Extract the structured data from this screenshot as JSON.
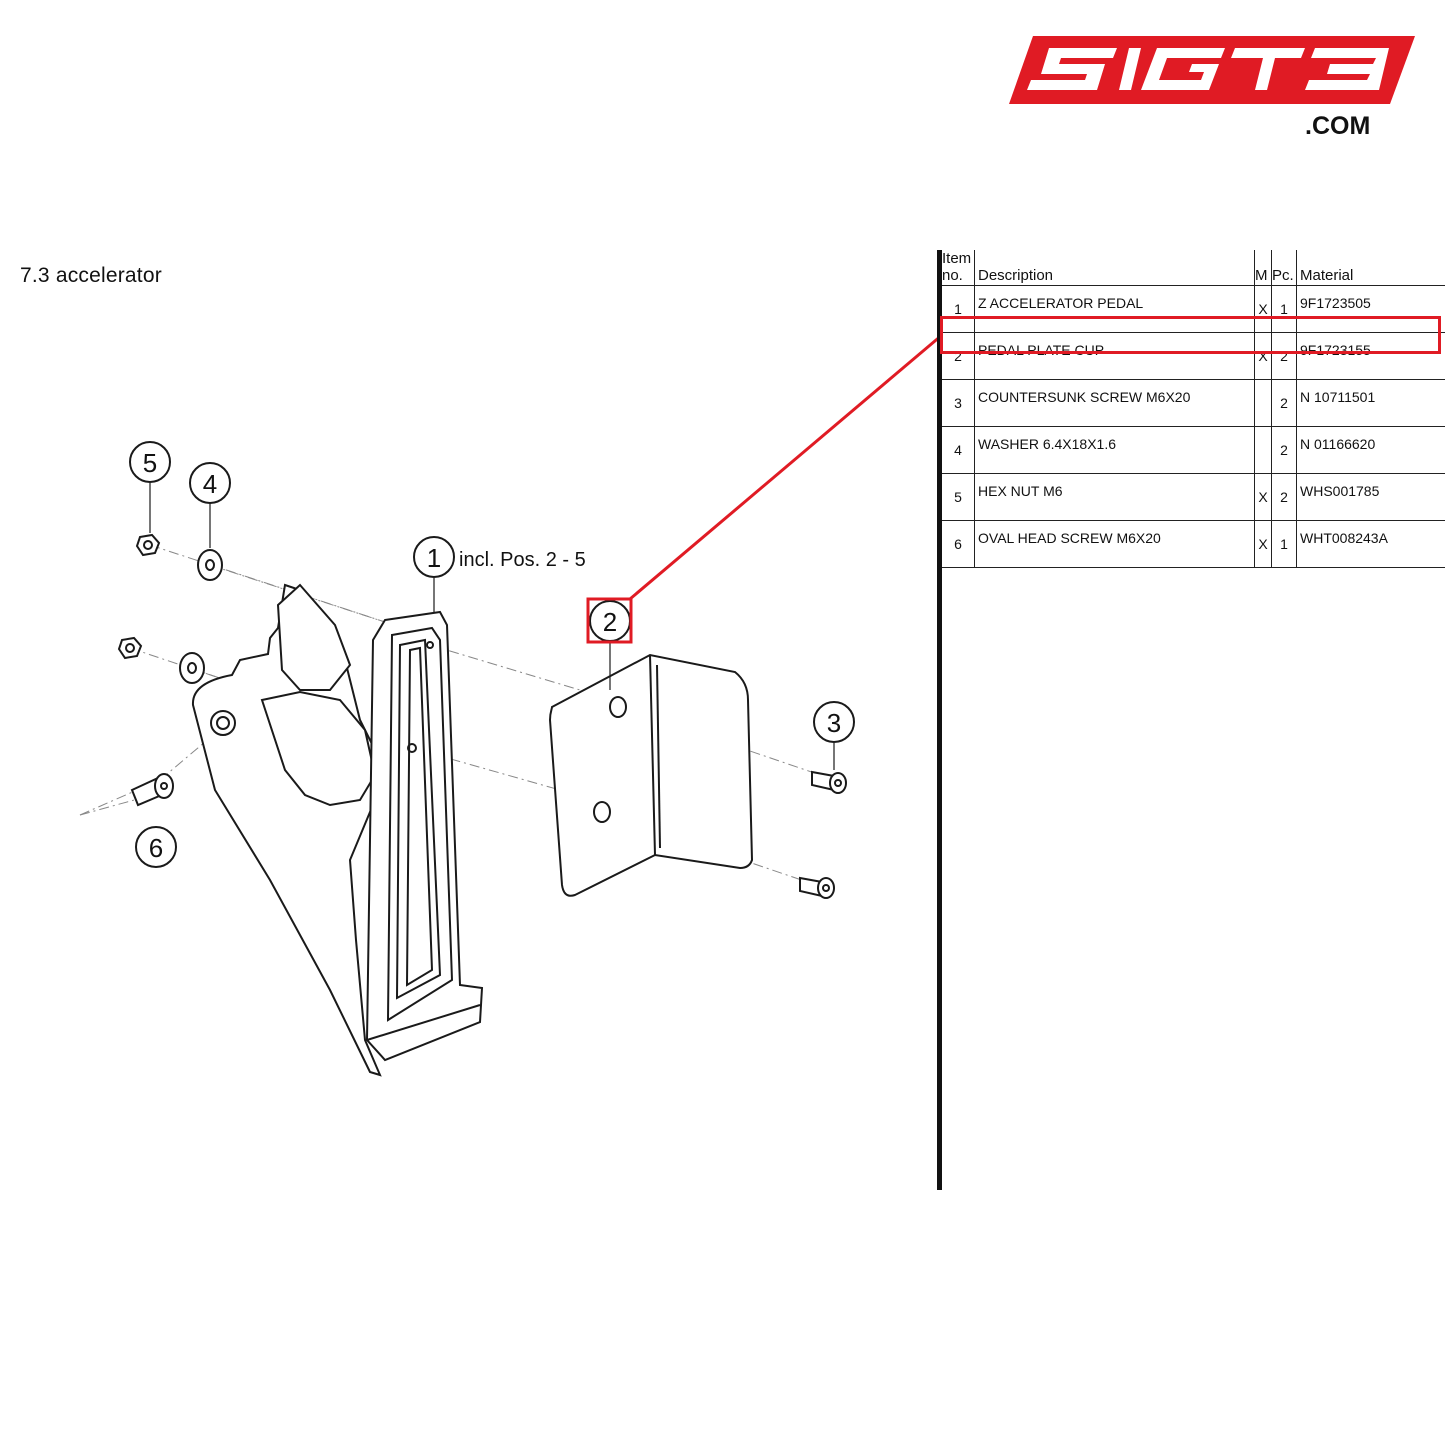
{
  "logo": {
    "brand": "SIGT3",
    "domain": ".COM",
    "color": "#e01b24"
  },
  "section_title": "7.3  accelerator",
  "diagram": {
    "callouts": [
      "1",
      "2",
      "3",
      "4",
      "5",
      "6"
    ],
    "note": "incl. Pos. 2 - 5",
    "highlight_color": "#e01b24"
  },
  "table": {
    "headers": {
      "item": "Item no.",
      "description": "Description",
      "m": "M",
      "pc": "Pc.",
      "material": "Material"
    },
    "rows": [
      {
        "item": "1",
        "description": "Z ACCELERATOR PEDAL",
        "m": "X",
        "pc": "1",
        "material": "9F1723505"
      },
      {
        "item": "2",
        "description": "PEDAL PLATE CUP",
        "m": "X",
        "pc": "2",
        "material": "9F1723155"
      },
      {
        "item": "3",
        "description": "COUNTERSUNK SCREW M6X20",
        "m": "",
        "pc": "2",
        "material": "N 10711501"
      },
      {
        "item": "4",
        "description": "WASHER 6.4X18X1.6",
        "m": "",
        "pc": "2",
        "material": "N 01166620"
      },
      {
        "item": "5",
        "description": "HEX NUT M6",
        "m": "X",
        "pc": "2",
        "material": "WHS001785"
      },
      {
        "item": "6",
        "description": "OVAL HEAD SCREW M6X20",
        "m": "X",
        "pc": "1",
        "material": "WHT008243A"
      }
    ],
    "highlighted_item": "2"
  }
}
